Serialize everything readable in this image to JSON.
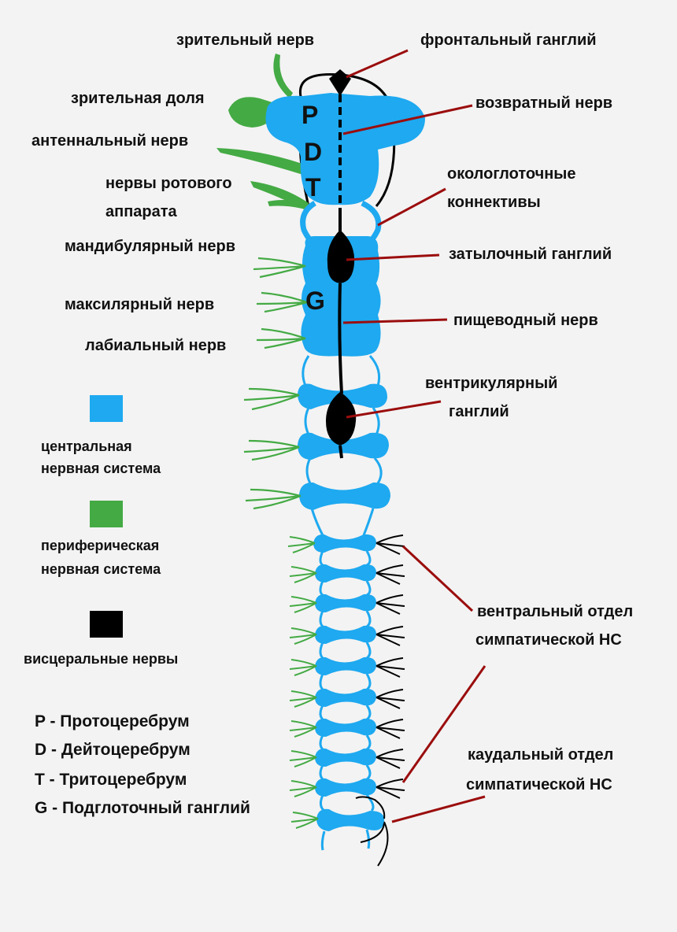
{
  "colors": {
    "central": "#1ea9f0",
    "peripheral": "#44aa44",
    "visceral": "#000000",
    "pointer": "#9b0d0d"
  },
  "labels": {
    "optic_nerve": "зрительный нерв",
    "optic_lobe": "зрительная доля",
    "antennal_nerve": "антеннальный нерв",
    "mouthparts_nerves_1": "нервы ротового",
    "mouthparts_nerves_2": "аппарата",
    "mandibular_nerve": "мандибулярный нерв",
    "maxillary_nerve": "максилярный нерв",
    "labial_nerve": "лабиальный нерв",
    "frontal_ganglion": "фронтальный ганглий",
    "recurrent_nerve": "возвратный нерв",
    "connectives_1": "окологлоточные",
    "connectives_2": "коннективы",
    "occipital_ganglion": "затылочный ганглий",
    "esophageal_nerve": "пищеводный нерв",
    "ventricular_ganglion_1": "вентрикулярный",
    "ventricular_ganglion_2": "ганглий",
    "ventral_sympathetic_1": "вентральный отдел",
    "ventral_sympathetic_2": "симпатической НС",
    "caudal_sympathetic_1": "каудальный отдел",
    "caudal_sympathetic_2": "симпатической НС"
  },
  "segments": {
    "P": "P",
    "D": "D",
    "T": "T",
    "G": "G"
  },
  "legend": {
    "central_1": "центральная",
    "central_2": "нервная система",
    "peripheral_1": "периферическая",
    "peripheral_2": "нервная система",
    "visceral": "висцеральные нервы",
    "abbreviations": [
      "P - Протоцеребрум",
      "D - Дейтоцеребрум",
      "T - Тритоцеребрум",
      "G - Подглоточный ганглий"
    ]
  }
}
